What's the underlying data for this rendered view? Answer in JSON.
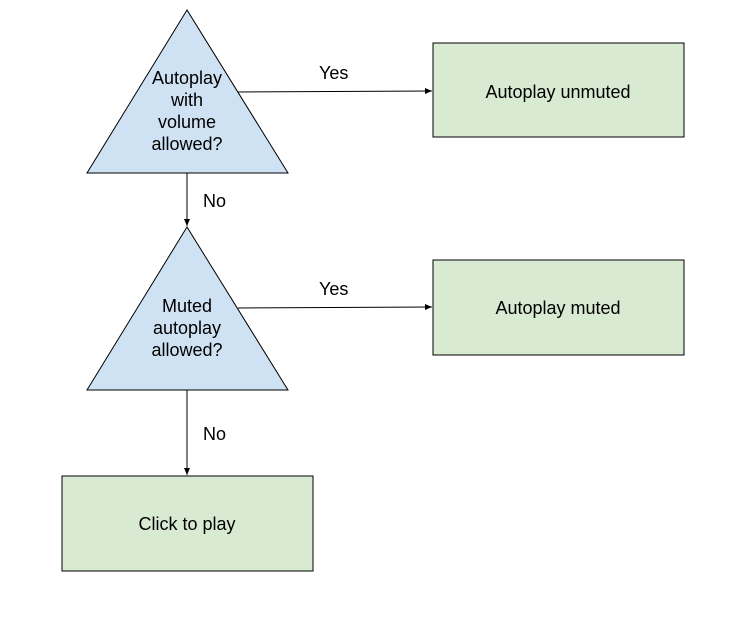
{
  "diagram": {
    "decisions": [
      {
        "id": "d1",
        "lines": [
          "Autoplay",
          "with",
          "volume",
          "allowed?"
        ]
      },
      {
        "id": "d2",
        "lines": [
          "Muted",
          "autoplay",
          "allowed?"
        ]
      }
    ],
    "outcomes": [
      {
        "id": "o1",
        "label": "Autoplay unmuted"
      },
      {
        "id": "o2",
        "label": "Autoplay muted"
      },
      {
        "id": "o3",
        "label": "Click to play"
      }
    ],
    "edges": [
      {
        "id": "e1",
        "from": "d1",
        "to": "o1",
        "label": "Yes"
      },
      {
        "id": "e2",
        "from": "d1",
        "to": "d2",
        "label": "No"
      },
      {
        "id": "e3",
        "from": "d2",
        "to": "o2",
        "label": "Yes"
      },
      {
        "id": "e4",
        "from": "d2",
        "to": "o3",
        "label": "No"
      }
    ]
  },
  "colors": {
    "decision_fill": "#cfe2f3",
    "outcome_fill": "#d9ead3",
    "stroke": "#000000"
  }
}
